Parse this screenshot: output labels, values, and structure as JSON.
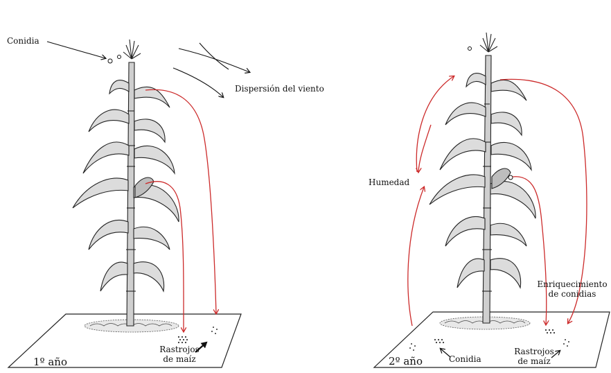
{
  "left_panel": {
    "conidia_label": "Conidia",
    "wind_label": "Dispersión del viento",
    "stubble_label_line1": "Rastrojos",
    "stubble_label_line2": "de maíz",
    "year_label": "1º año"
  },
  "right_panel": {
    "humidity_label": "Humedad",
    "enrichment_line1": "Enriquecimiento",
    "enrichment_line2": "de conidias",
    "conidia_label": "Conidia",
    "stubble_label_line1": "Rastrojos",
    "stubble_label_line2": "de maíz",
    "year_label": "2º año"
  },
  "colors": {
    "arrow_red": "#cc2a2a",
    "ink": "#1a1a1a",
    "plant_fill": "#d9d9d9"
  }
}
